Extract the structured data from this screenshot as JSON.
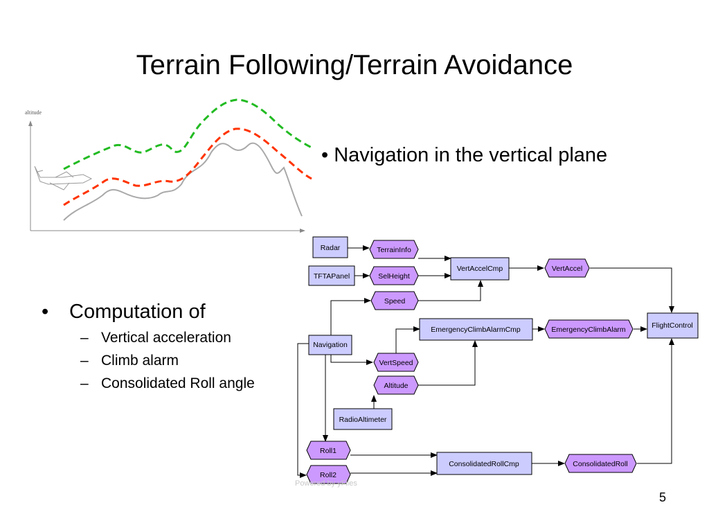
{
  "slide": {
    "title": "Terrain Following/Terrain Avoidance",
    "page_number": "5"
  },
  "bullets": {
    "navigation": "• Navigation in the vertical plane",
    "computation": {
      "marker": "•",
      "label": "Computation of",
      "items": [
        {
          "marker": "–",
          "text": "Vertical acceleration"
        },
        {
          "marker": "–",
          "text": "Climb alarm"
        },
        {
          "marker": "–",
          "text": "Consolidated Roll angle"
        }
      ]
    }
  },
  "terrain_sketch": {
    "axis_label": "altitude",
    "colors": {
      "terrain": "#a9a9a9",
      "avoidance_path": "#ff3300",
      "following_path": "#22bb22"
    }
  },
  "diagram": {
    "watermark": "Powered by yFiles",
    "colors": {
      "component_fill": "#ccccff",
      "data_fill": "#cc99ff",
      "edge": "#000000"
    },
    "components": {
      "radar": "Radar",
      "tftapanel": "TFTAPanel",
      "navigation": "Navigation",
      "radioaltimeter": "RadioAltimeter",
      "vertaccelcmp": "VertAccelCmp",
      "emergencyclimbalarmcmp": "EmergencyClimbAlarmCmp",
      "consolidatedrollcmp": "ConsolidatedRollCmp",
      "flightcontrol": "FlightControl"
    },
    "data": {
      "terraininfo": "TerrainInfo",
      "selheight": "SelHeight",
      "speed": "Speed",
      "vertspeed": "VertSpeed",
      "altitude": "Altitude",
      "roll1": "Roll1",
      "roll2": "Roll2",
      "vertaccel": "VertAccel",
      "emergencyclimbalarm": "EmergencyClimbAlarm",
      "consolidatedroll": "ConsolidatedRoll"
    }
  }
}
